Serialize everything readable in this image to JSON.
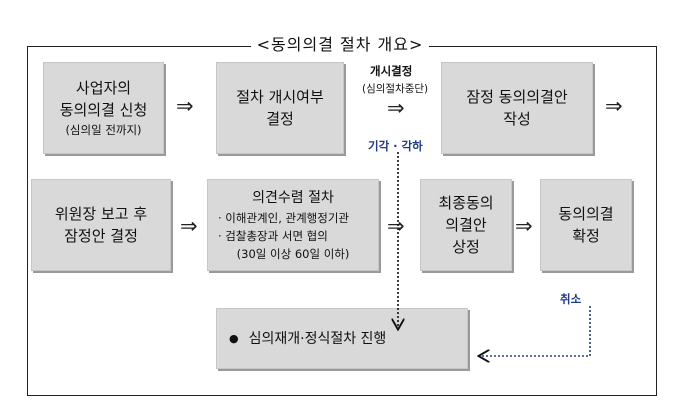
{
  "title": "<동의의결 절차 개요>",
  "boxes": {
    "apply": {
      "line1": "사업자의",
      "line2": "동의의결 신청",
      "sub": "(심의일 전까지)"
    },
    "decide": {
      "line1": "절차 개시여부",
      "line2": "결정"
    },
    "draft": {
      "line1": "잠정 동의의결안",
      "line2": "작성"
    },
    "report": {
      "line1": "위원장 보고 후",
      "line2": "잠정안 결정"
    },
    "opinion": {
      "title": "의견수렴 절차",
      "item1": "· 이해관계인, 관계행정기관",
      "item2": "· 검찰총장과 서면 협의",
      "item3": "(30일 이상 60일 이하)"
    },
    "final": {
      "line1": "최종동의",
      "line2": "의결안",
      "line3": "상정"
    },
    "confirm": {
      "line1": "동의의결",
      "line2": "확정"
    },
    "resume": {
      "label": "심의재개·정식절차 진행"
    }
  },
  "notes": {
    "start_decision": "개시결정",
    "suspend": "(심의절차중단)",
    "reject": "기각 · 각하",
    "cancel": "취소"
  },
  "arrow_glyph": "⇒",
  "bullet_glyph": "●"
}
